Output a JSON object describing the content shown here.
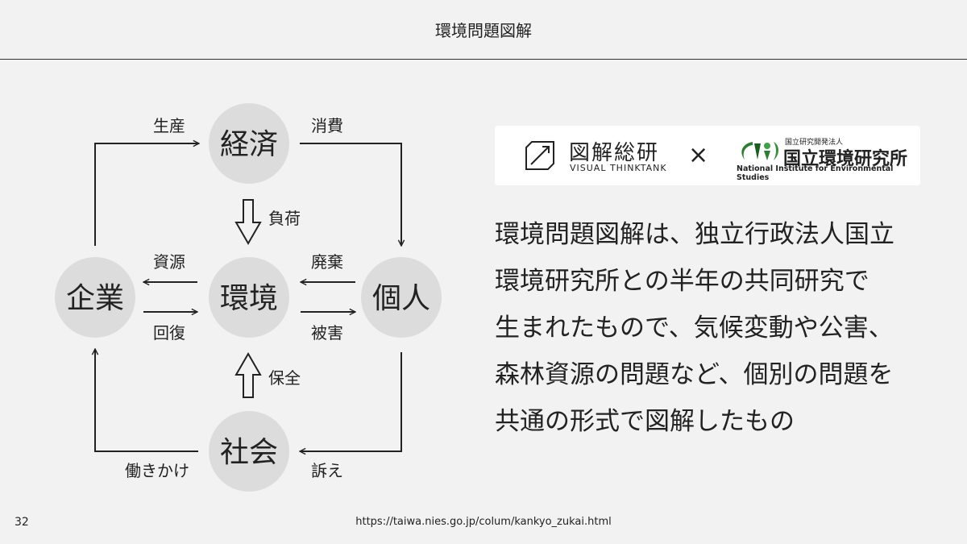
{
  "header": {
    "title": "環境問題図解"
  },
  "diagram": {
    "nodes": {
      "economy": "経済",
      "environment": "環境",
      "company": "企業",
      "individual": "個人",
      "society": "社会"
    },
    "labels": {
      "production": "生産",
      "consumption": "消費",
      "burden": "負荷",
      "resources": "資源",
      "disposal": "廃棄",
      "recovery": "回復",
      "damage": "被害",
      "conservation": "保全",
      "appeal": "訴え",
      "influence": "働きかけ"
    }
  },
  "logos": {
    "logo1_jp": "図解総研",
    "logo1_en": "VISUAL THINKTANK",
    "separator": "×",
    "logo2_small": "国立研究開発法人",
    "logo2_jp": "国立環境研究所",
    "logo2_en": "National Institute for Environmental Studies"
  },
  "description": {
    "lines": [
      "環境問題図解は、独立行政法人国立",
      "環境研究所との半年の共同研究で",
      "生まれたもので、気候変動や公害、",
      "森林資源の問題など、個別の問題を",
      "共通の形式で図解したもの"
    ]
  },
  "footer": {
    "page_number": "32",
    "url": "https://taiwa.nies.go.jp/colum/kankyo_zukai.html"
  }
}
